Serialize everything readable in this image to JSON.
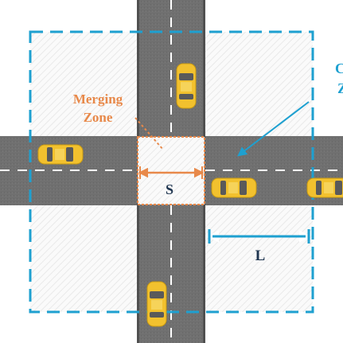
{
  "labels": {
    "merging_zone_line1": "Merging",
    "merging_zone_line2": "Zone",
    "s": "S",
    "l": "L",
    "control_zone_line1": "C",
    "control_zone_line2": "Z"
  },
  "colors": {
    "road": "#6e6e6e",
    "road_dark": "#4a4a4a",
    "lane_marking": "#ffffff",
    "zone_boundary": "#1ea0d0",
    "merging_label": "#e8894a",
    "merging_box": "#ffffff",
    "dimension_arrow": "#e8894a",
    "car_body": "#f2c12e",
    "car_window": "#5a5a5a",
    "label_dark": "#1f3550"
  },
  "icons": {
    "car": "car-icon",
    "pointer": "arrow-icon"
  }
}
